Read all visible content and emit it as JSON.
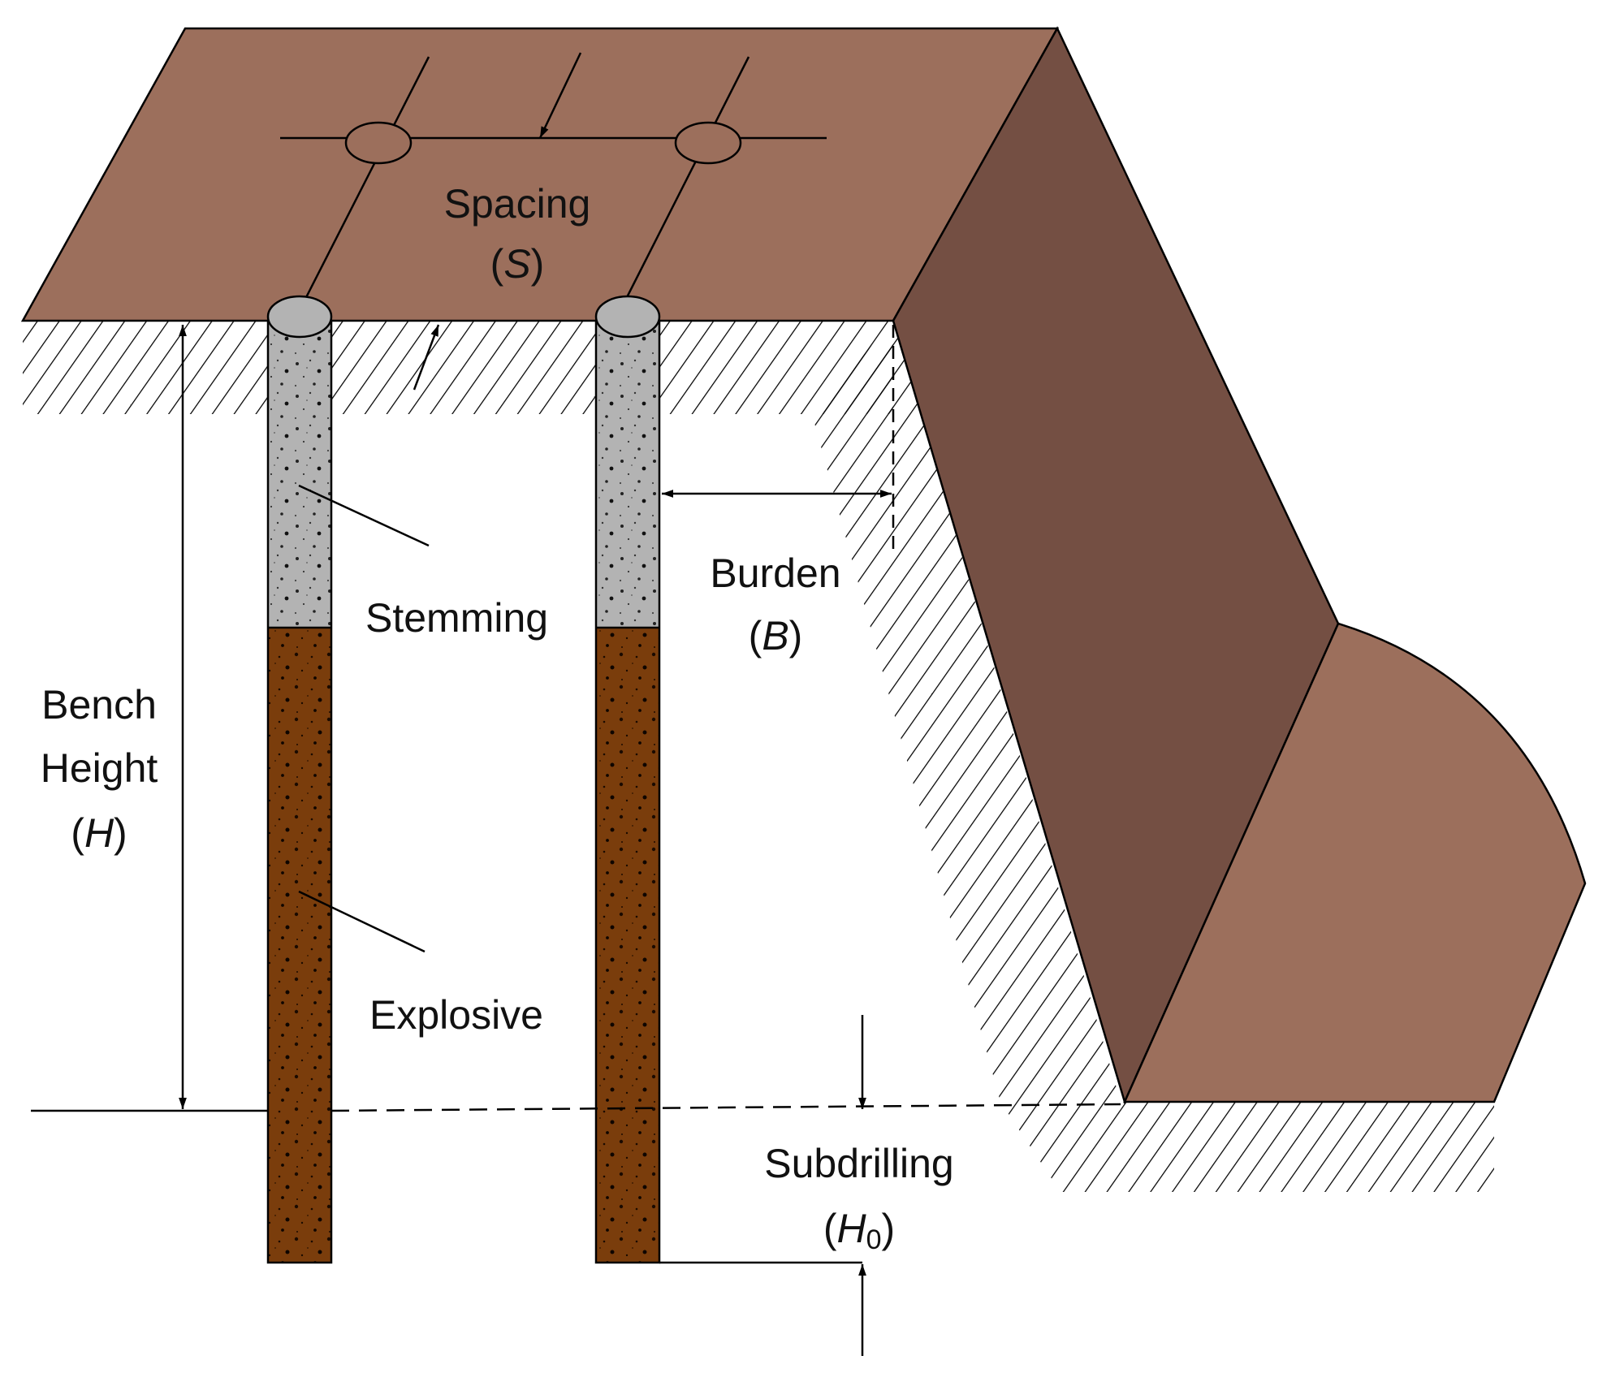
{
  "labels": {
    "spacing": "Spacing",
    "spacing_symbol": "S",
    "burden": "Burden",
    "burden_symbol": "B",
    "stemming": "Stemming",
    "explosive": "Explosive",
    "bench": "Bench",
    "height": "Height",
    "height_symbol": "H",
    "subdrilling": "Subdrilling",
    "subdrilling_symbol": "H",
    "subdrilling_subscript": "0"
  },
  "colors": {
    "bench_top": "#9c6f5c",
    "bench_face": "#744f43",
    "muckpile": "#9c6f5c",
    "stemming": "#b3b3b3",
    "explosive": "#7a3d0c",
    "hatch": "#000000"
  }
}
